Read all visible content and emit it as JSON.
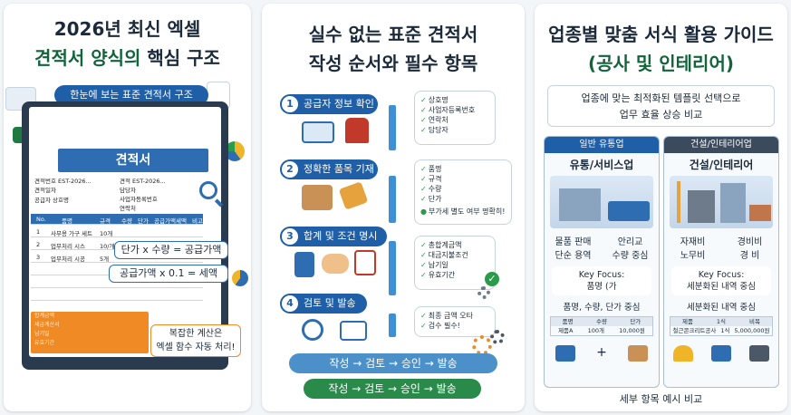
{
  "panel1": {
    "title_line1": "2026년 최신 엑셀",
    "title_line2_a": "견적서 양식의 ",
    "title_line2_b": "핵심 구조",
    "pill": "한눈에 보는 표준 견적서 구조",
    "sheet_title": "견적서",
    "info": {
      "l1": "견적번호",
      "l1v": "EST-2026...",
      "l2": "견적일자",
      "l2v": "",
      "r1": "견적",
      "r1v": "EST-2026...",
      "r2": "담당자",
      "r3": "사업자등록번호",
      "r4": "연락처",
      "supplier": "공급자",
      "supplier_v": "상호명"
    },
    "grid": {
      "head": [
        "No.",
        "품명",
        "규격",
        "수량",
        "단가",
        "공급가액",
        "세액",
        "비고"
      ],
      "rows": [
        [
          "1",
          "사무용 가구 세트",
          "10개"
        ],
        [
          "2",
          "업무처리 시스",
          "10/개"
        ],
        [
          "3",
          "업무처리 시공",
          "5개"
        ]
      ]
    },
    "orange_lines": [
      "합계금액",
      "세금계산서",
      "납기일",
      "유효기간"
    ],
    "callout1": "단가 x 수량 = 공급가액",
    "callout2": "공급가액 x 0.1 = 세액",
    "callout3_l1": "복잡한 계산은",
    "callout3_l2": "엑셀 함수 자동 처리!"
  },
  "panel2": {
    "title_line1": "실수 없는 표준 견적서",
    "title_line2": "작성 순서와 필수 항목",
    "steps": [
      {
        "num": "1",
        "label": "공급자 정보 확인",
        "checks": [
          "상호명",
          "사업자등록번호",
          "연락처",
          "담당자"
        ]
      },
      {
        "num": "2",
        "label": "정확한 품목 기재",
        "checks": [
          "품명",
          "규격",
          "수량",
          "단가"
        ],
        "note": "부가세 별도 여부 명확히!"
      },
      {
        "num": "3",
        "label": "합계 및 조건 명시",
        "checks": [
          "총합계금액",
          "대금지불조건",
          "납기일",
          "유효기간"
        ]
      },
      {
        "num": "4",
        "label": "검토 및 발송",
        "checks": [
          "최종 금액 오타",
          "검수 필수!"
        ]
      }
    ],
    "flow_bar1": "작성 → 검토 → 승인 → 발송",
    "flow_bar2": "작성 → 검토 → 승인 → 발송"
  },
  "panel3": {
    "title_line1": "업종별 맞춤 서식 활용 가이드",
    "title_line2": "(공사 및 인테리어)",
    "intro_l1": "업종에 맞는 최적화된 템플릿 선택으로",
    "intro_l2": "업무 효율 상승 비교",
    "left": {
      "header": "일반 유통업",
      "title": "유통/서비스업",
      "sub_a1": "물품 판매",
      "sub_a2": "단순 용역",
      "sub_b1": "안리교",
      "sub_b2": "수량 중심",
      "focus_l1": "Key Focus:",
      "focus_l2": "품명 (가",
      "center": "품명, 수량, 단가 중심",
      "mini_head": [
        "품명",
        "수량",
        "단가"
      ],
      "mini_row": [
        "제품A",
        "100개",
        "10,000원"
      ],
      "plus": "+"
    },
    "right": {
      "header": "건설/인테리어업",
      "title": "건설/인테리어",
      "sub_a1": "자재비",
      "sub_a2": "노무비",
      "sub_b1": "경비비",
      "sub_b2": "경 비",
      "focus_l1": "Key Focus:",
      "focus_l2": "세분화된 내역 중심",
      "center": "세분화된 내역 중심",
      "mini_head": [
        "제품",
        "1식",
        "비목"
      ],
      "mini_row": [
        "철근콘크리트공사",
        "1식",
        "5,000,000원"
      ]
    },
    "footer": "세부 항목 예시 비교"
  },
  "colors": {
    "primary_blue": "#1e5fa8",
    "accent_green": "#12643a",
    "orange": "#f08a24",
    "check_green": "#2a9b4a"
  }
}
